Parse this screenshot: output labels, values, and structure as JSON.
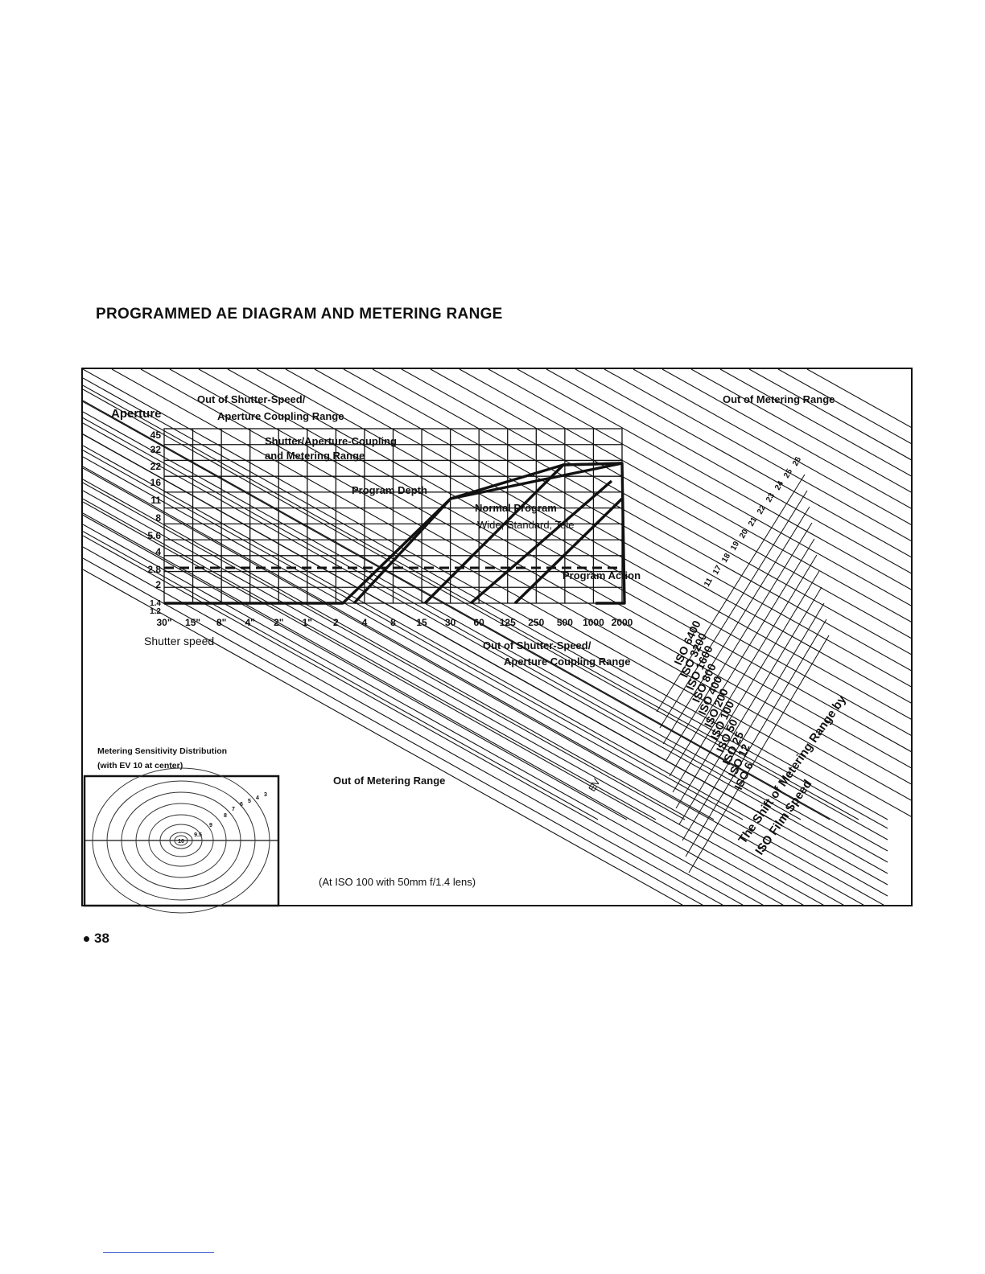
{
  "page": {
    "title": "PROGRAMMED AE DIAGRAM AND METERING RANGE",
    "page_number": "38",
    "colors": {
      "ink": "#111111",
      "rule": "#3a5fcd",
      "paper": "#ffffff"
    }
  },
  "diagram": {
    "labels": {
      "aperture": "Aperture",
      "shutter_speed": "Shutter speed",
      "out_coupling_top_1": "Out of Shutter-Speed/",
      "out_coupling_top_2": "Aperture Coupling Range",
      "out_coupling_bottom_1": "Out of Shutter-Speed/",
      "out_coupling_bottom_2": "Aperture Coupling Range",
      "coupling_metering_1": "Shutter/Aperture-Coupling",
      "coupling_metering_2": "and Metering Range",
      "program_depth": "Program Depth",
      "normal_program": "Normal Program",
      "wide_standard_tele": "Wide, Standard, Tele",
      "program_action": "Program Action",
      "out_metering_top": "Out of Metering Range",
      "out_metering_bottom": "Out of Metering Range",
      "ev": "EV",
      "shift_title_1": "The Shift of Metering Range by",
      "shift_title_2": "ISO Film Speed",
      "footnote": "(At ISO 100 with 50mm f/1.4 lens)"
    },
    "aperture_values": [
      "45",
      "32",
      "22",
      "16",
      "11",
      "8",
      "5.6",
      "4",
      "2.8",
      "2",
      "1.4",
      "1.2"
    ],
    "shutter_values": [
      "30\"",
      "15\"",
      "8\"",
      "4\"",
      "2\"",
      "1\"",
      "2",
      "4",
      "8",
      "15",
      "30",
      "60",
      "125",
      "250",
      "500",
      "1000",
      "2000"
    ],
    "iso_values": [
      "ISO 6400",
      "ISO 3200",
      "ISO 1600",
      "ISO 800",
      "ISO 400",
      "ISO 200",
      "ISO 100",
      "ISO 50",
      "ISO 25",
      "ISO 12",
      "ISO 6"
    ],
    "ev_scale": [
      "11",
      "17",
      "18",
      "19",
      "20",
      "21",
      "22",
      "23",
      "24",
      "25",
      "26"
    ],
    "inset": {
      "title_1": "Metering Sensitivity Distribution",
      "title_2": "(with EV 10 at center)",
      "contour_labels": [
        "10",
        "9.5",
        "9",
        "8",
        "7",
        "6",
        "5",
        "4",
        "3"
      ]
    }
  }
}
